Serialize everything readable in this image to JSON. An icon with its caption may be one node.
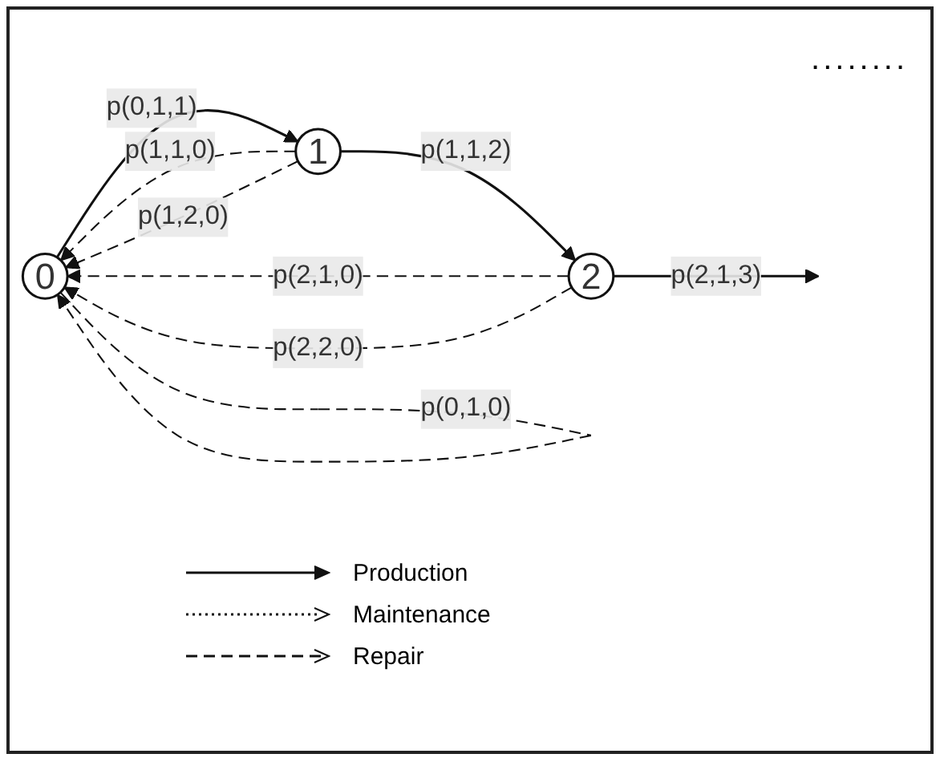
{
  "diagram": {
    "nodes": [
      {
        "text": [
          "0"
        ]
      },
      {
        "text": [
          "1"
        ]
      },
      {
        "text": [
          "2"
        ]
      }
    ],
    "edges": [
      {
        "from": 0,
        "to": 1,
        "arrow": "to",
        "label": "p(0,1,1)"
      },
      {
        "from": 1,
        "to": 2,
        "arrow": "to",
        "label": "p(1,1,2)"
      },
      {
        "from": 2,
        "to": null,
        "arrow": "to",
        "label": "p(2,1,3)"
      },
      {
        "from": 0,
        "to": 0,
        "arrow": "to",
        "label": "p(0,1,0)",
        "style": "dashed"
      },
      {
        "from": 1,
        "to": 0,
        "arrow": "to",
        "label": "p(1,1,0)",
        "style": "dashed"
      },
      {
        "from": 2,
        "to": 0,
        "arrow": "to",
        "label": "p(2,1,0)",
        "style": "dashed"
      },
      {
        "from": 1,
        "to": 0,
        "arrow": "to",
        "label": "p(1,2,0)",
        "style": "dashed"
      },
      {
        "from": 2,
        "to": 0,
        "arrow": "to",
        "label": "p(2,2,0)",
        "style": "dashed"
      }
    ],
    "labels": [
      "........"
    ],
    "legend": [
      {
        "text": "Production"
      },
      {
        "text": "Maintenance"
      },
      {
        "text": "Repair"
      }
    ]
  }
}
